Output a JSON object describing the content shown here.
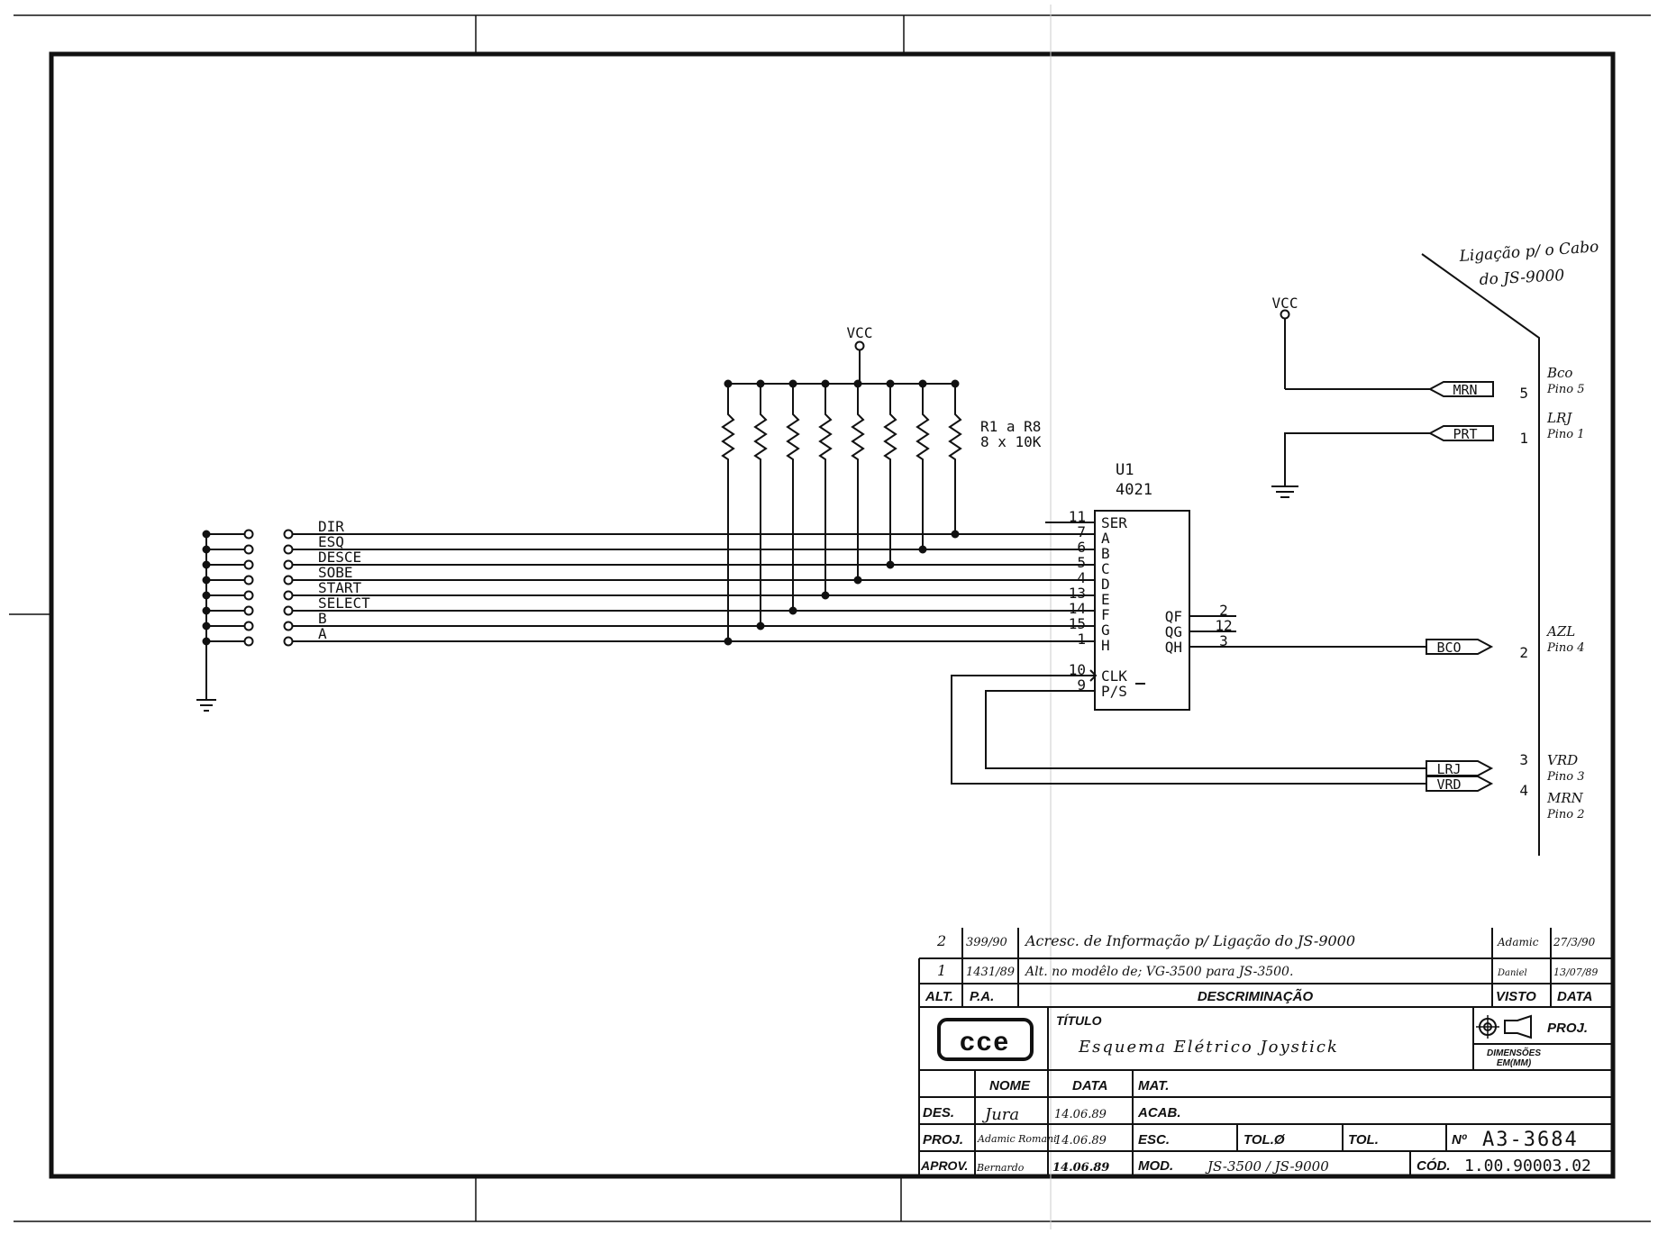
{
  "schematic": {
    "vcc_label": "VCC",
    "resistor_label_line1": "R1 a R8",
    "resistor_label_line2": "8 x 10K",
    "ic_ref": "U1",
    "ic_part": "4021",
    "signals": [
      "DIR",
      "ESQ",
      "DESCE",
      "SOBE",
      "START",
      "SELECT",
      "B",
      "A"
    ],
    "ic_inputs": [
      {
        "pin": "11",
        "name": "SER"
      },
      {
        "pin": "7",
        "name": "A"
      },
      {
        "pin": "6",
        "name": "B"
      },
      {
        "pin": "5",
        "name": "C"
      },
      {
        "pin": "4",
        "name": "D"
      },
      {
        "pin": "13",
        "name": "E"
      },
      {
        "pin": "14",
        "name": "F"
      },
      {
        "pin": "15",
        "name": "G"
      },
      {
        "pin": "1",
        "name": "H"
      }
    ],
    "ic_outputs": [
      {
        "pin": "2",
        "name": "QF"
      },
      {
        "pin": "12",
        "name": "QG"
      },
      {
        "pin": "3",
        "name": "QH"
      }
    ],
    "ic_control": [
      {
        "pin": "10",
        "name": "CLK"
      },
      {
        "pin": "9",
        "name": "P/S"
      }
    ]
  },
  "connector": {
    "note_line1": "Ligação p/ o Cabo",
    "note_line2": "do JS-9000",
    "vcc_label": "VCC",
    "nets": [
      {
        "label": "MRN",
        "pin": "5",
        "wire_line1": "Bco",
        "wire_line2": "Pino 5"
      },
      {
        "label": "PRT",
        "pin": "1",
        "wire_line1": "LRJ",
        "wire_line2": "Pino 1"
      },
      {
        "label": "BCO",
        "pin": "2",
        "wire_line1": "AZL",
        "wire_line2": "Pino 4"
      },
      {
        "label": "LRJ",
        "pin": "3",
        "wire_line1": "VRD",
        "wire_line2": "Pino 3"
      },
      {
        "label": "VRD",
        "pin": "4",
        "wire_line1": "MRN",
        "wire_line2": "Pino 2"
      }
    ]
  },
  "title_block": {
    "revisions": [
      {
        "alt": "2",
        "pa": "399/90",
        "desc": "Acresc. de Informação p/ Ligação do JS-9000",
        "visto": "Adamic",
        "data": "27/3/90"
      },
      {
        "alt": "1",
        "pa": "1431/89",
        "desc": "Alt. no modêlo de; VG-3500 para JS-3500.",
        "visto": "Daniel",
        "data": "13/07/89"
      }
    ],
    "hdr_alt": "ALT.",
    "hdr_pa": "P.A.",
    "hdr_desc": "DESCRIMINAÇÃO",
    "hdr_visto": "VISTO",
    "hdr_data": "DATA",
    "logo": "cce",
    "titulo_label": "TÍTULO",
    "titulo": "Esquema Elétrico Joystick",
    "proj_label": "PROJ.",
    "dims_line1": "DIMENSÕES",
    "dims_line2": "EM(MM)",
    "nome_label": "NOME",
    "data_label": "DATA",
    "mat_label": "MAT.",
    "des_label": "DES.",
    "des_name": "Jura",
    "des_date": "14.06.89",
    "acab_label": "ACAB.",
    "proj_row_label": "PROJ.",
    "proj_name": "Adamic Romani",
    "proj_date": "14.06.89",
    "esc_label": "ESC.",
    "tol0_label": "TOL.Ø",
    "tol_label": "TOL.",
    "no_label": "Nº",
    "no_value": "A3-3684",
    "aprov_label": "APROV.",
    "aprov_name": "Bernardo",
    "aprov_date": "14.06.89",
    "mod_label": "MOD.",
    "mod_value": "JS-3500 / JS-9000",
    "cod_label": "CÓD.",
    "cod_value": "1.00.90003.02"
  }
}
